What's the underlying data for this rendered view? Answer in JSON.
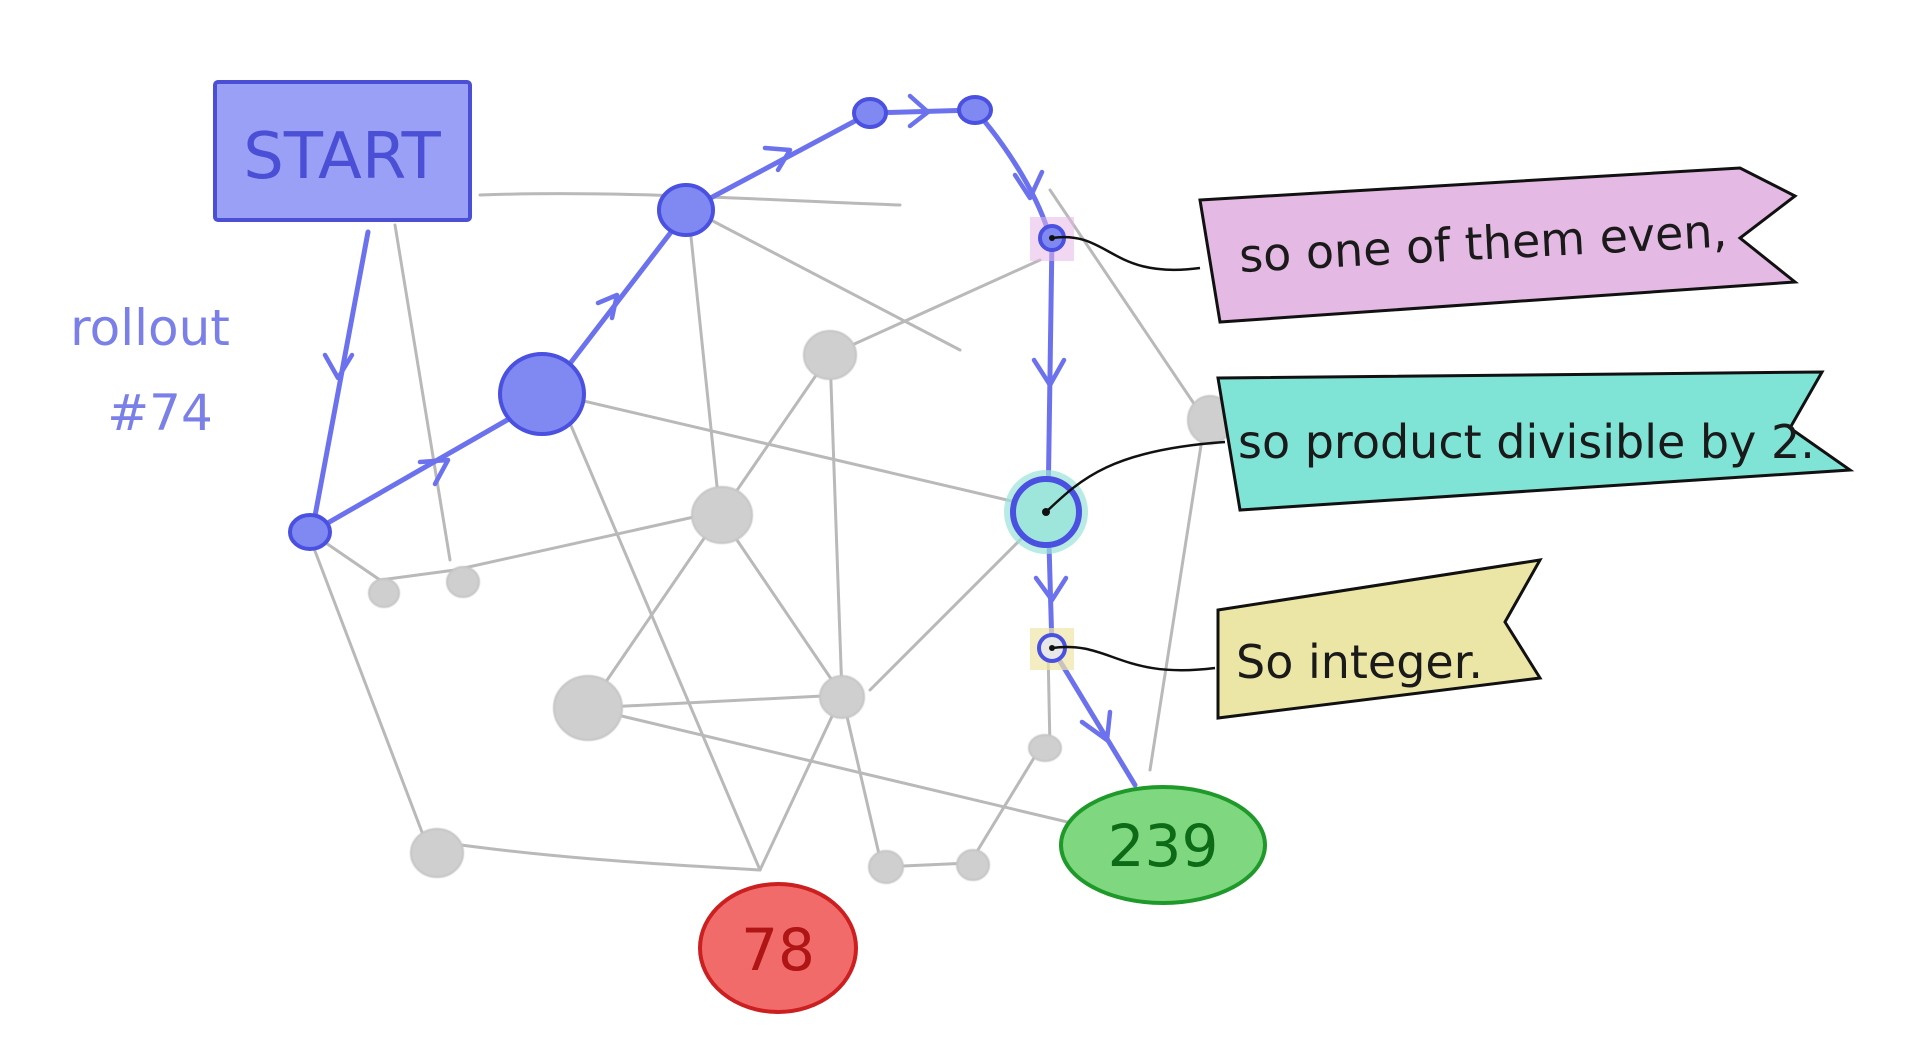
{
  "start": {
    "label": "START"
  },
  "rollout": {
    "line1": "rollout",
    "line2": "#74"
  },
  "annotations": [
    {
      "text": "so one of them even,",
      "color": "#e4b9e3"
    },
    {
      "text": "so product divisible by 2.",
      "color": "#7fe3d6"
    },
    {
      "text": "So integer.",
      "color": "#ece6a6"
    }
  ],
  "terminals": [
    {
      "label": "78",
      "fill": "#f26b6b",
      "stroke": "#cc1f1f",
      "text_color": "#b01515"
    },
    {
      "label": "239",
      "fill": "#7fd87f",
      "stroke": "#1f9a2a",
      "text_color": "#0d6b18"
    }
  ],
  "colors": {
    "path_blue": "#6c72ee",
    "graph_gray": "#bdbdbd"
  }
}
